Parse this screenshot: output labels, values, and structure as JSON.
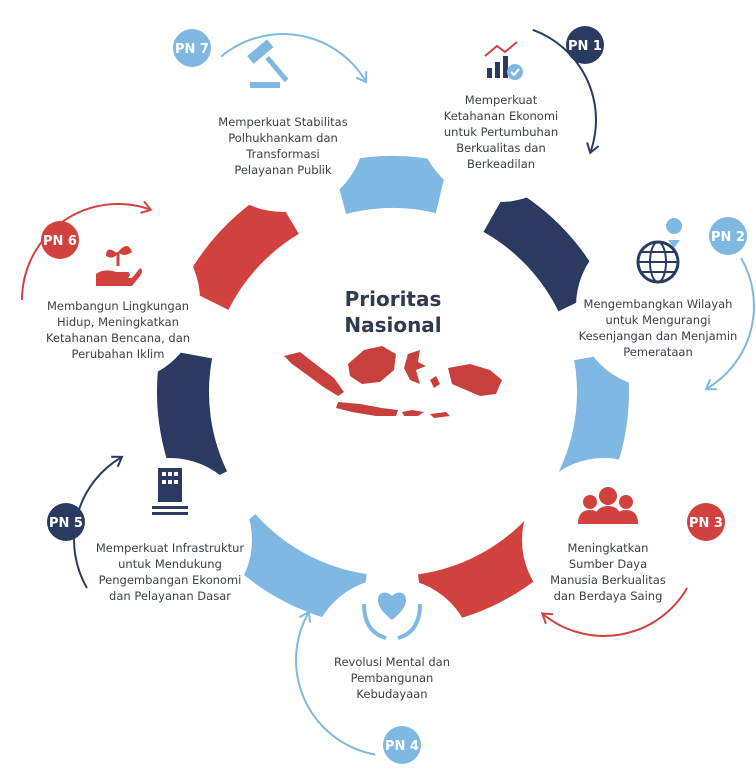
{
  "title": [
    "Prioritas",
    "Nasional"
  ],
  "colors": {
    "red": "#d1423f",
    "dark": "#2b3a60",
    "light": "#7fb9e3",
    "badge_red": "#d1423f",
    "badge_dark": "#2b3a60",
    "badge_light": "#7fb9e3"
  },
  "priorities": [
    {
      "id": "pn1",
      "label": "PN 1",
      "icon": "chart-growth-icon",
      "lines": [
        "Memperkuat",
        "Ketahanan Ekonomi",
        "untuk Pertumbuhan",
        "Berkualitas dan",
        "Berkeadilan"
      ]
    },
    {
      "id": "pn2",
      "label": "PN 2",
      "icon": "globe-pin-icon",
      "lines": [
        "Mengembangkan Wilayah",
        "untuk Mengurangi",
        "Kesenjangan dan Menjamin",
        "Pemerataan"
      ]
    },
    {
      "id": "pn3",
      "label": "PN 3",
      "icon": "people-group-icon",
      "lines": [
        "Meningkatkan",
        "Sumber Daya",
        "Manusia Berkualitas",
        "dan Berdaya Saing"
      ]
    },
    {
      "id": "pn4",
      "label": "PN 4",
      "icon": "hands-heart-icon",
      "lines": [
        "Revolusi Mental dan",
        "Pembangunan",
        "Kebudayaan"
      ]
    },
    {
      "id": "pn5",
      "label": "PN 5",
      "icon": "building-icon",
      "lines": [
        "Memperkuat Infrastruktur",
        "untuk Mendukung",
        "Pengembangan Ekonomi",
        "dan Pelayanan Dasar"
      ]
    },
    {
      "id": "pn6",
      "label": "PN 6",
      "icon": "hand-sprout-icon",
      "lines": [
        "Membangun Lingkungan",
        "Hidup, Meningkatkan",
        "Ketahanan Bencana, dan",
        "Perubahan Iklim"
      ]
    },
    {
      "id": "pn7",
      "label": "PN 7",
      "icon": "gavel-icon",
      "lines": [
        "Memperkuat Stabilitas",
        "Polhukhankam dan",
        "Transformasi",
        "Pelayanan Publik"
      ]
    }
  ]
}
